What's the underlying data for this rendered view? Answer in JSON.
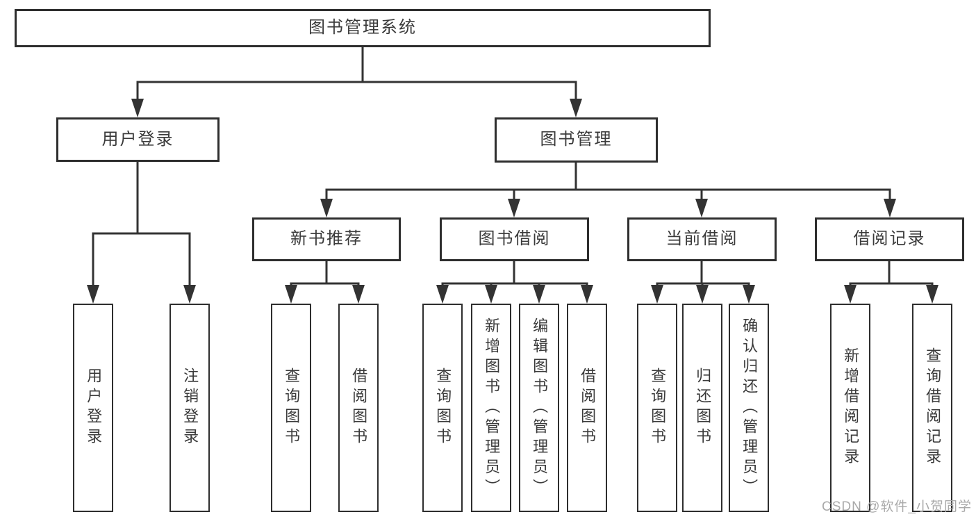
{
  "diagram": {
    "root": {
      "label": "图书管理系统"
    },
    "level2": [
      {
        "label": "用户登录"
      },
      {
        "label": "图书管理"
      }
    ],
    "level3": [
      {
        "label": "新书推荐",
        "parent": "图书管理"
      },
      {
        "label": "图书借阅",
        "parent": "图书管理"
      },
      {
        "label": "当前借阅",
        "parent": "图书管理"
      },
      {
        "label": "借阅记录",
        "parent": "图书管理"
      }
    ],
    "leaves": [
      {
        "label": "用户登录",
        "parent": "用户登录"
      },
      {
        "label": "注销登录",
        "parent": "用户登录"
      },
      {
        "label": "查询图书",
        "parent": "新书推荐"
      },
      {
        "label": "借阅图书",
        "parent": "新书推荐"
      },
      {
        "label": "查询图书",
        "parent": "图书借阅"
      },
      {
        "label": "新增图书（管理员）",
        "parent": "图书借阅"
      },
      {
        "label": "编辑图书（管理员）",
        "parent": "图书借阅"
      },
      {
        "label": "借阅图书",
        "parent": "图书借阅"
      },
      {
        "label": "查询图书",
        "parent": "当前借阅"
      },
      {
        "label": "归还图书",
        "parent": "当前借阅"
      },
      {
        "label": "确认归还（管理员）",
        "parent": "当前借阅"
      },
      {
        "label": "新增借阅记录",
        "parent": "借阅记录"
      },
      {
        "label": "查询借阅记录",
        "parent": "借阅记录"
      }
    ]
  },
  "watermark": {
    "text": "CSDN @软件_小贺同学"
  },
  "colors": {
    "line": "#333333",
    "border": "#2e2e2e",
    "text": "#3a3a3a",
    "background": "#ffffff",
    "watermark": "#a9a9a9"
  }
}
